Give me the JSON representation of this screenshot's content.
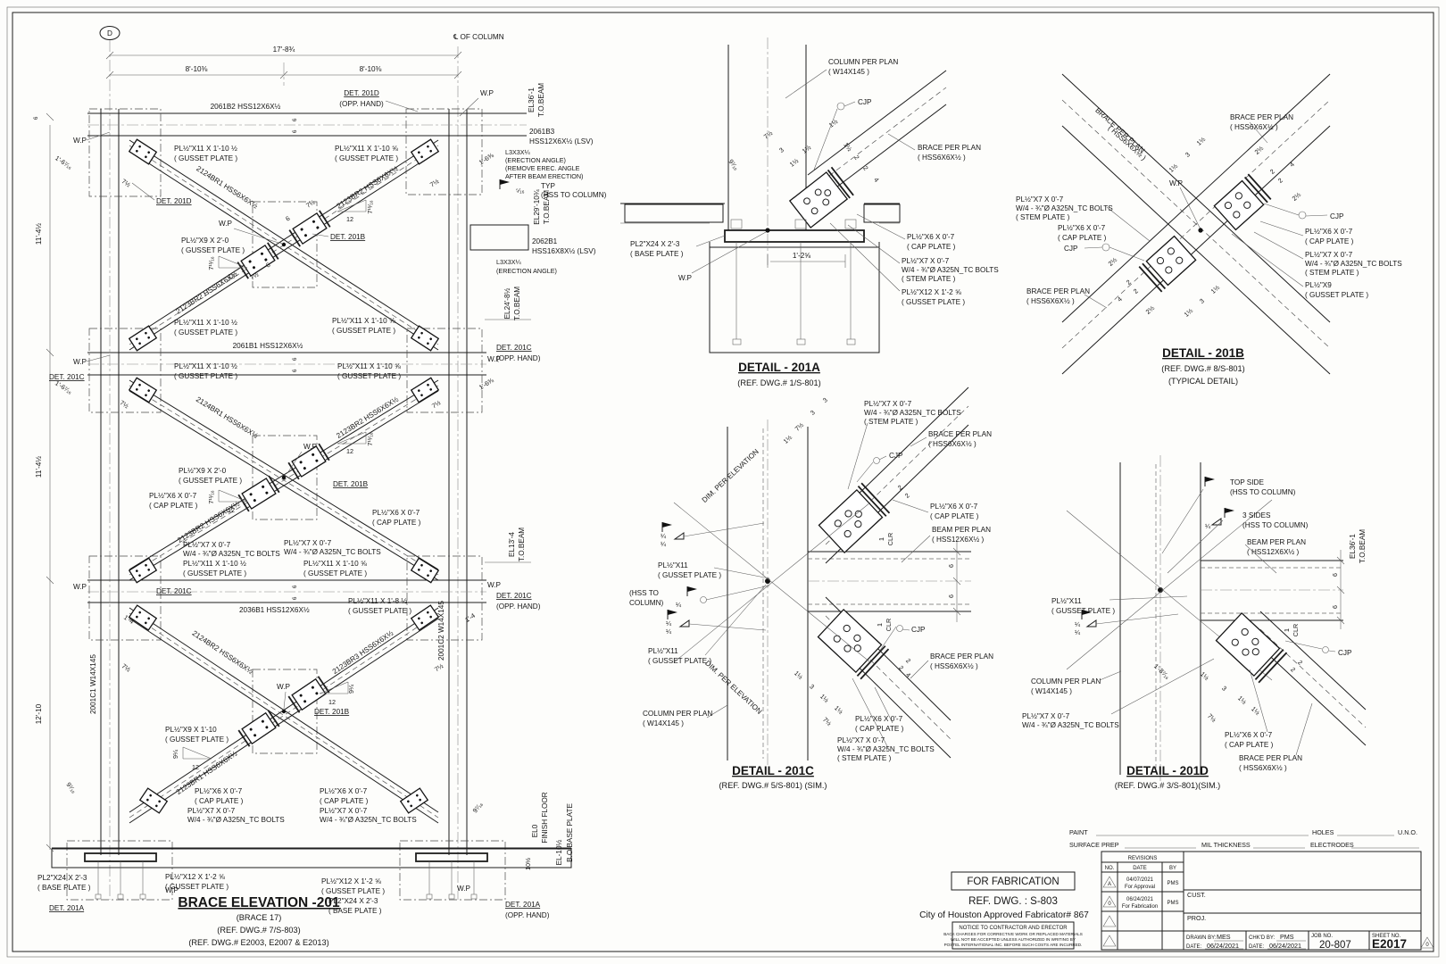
{
  "labels": {
    "wp": "W.P",
    "cjp": "CJP",
    "det_201a": "DET. 201A",
    "det_201b": "DET. 201B",
    "det_201c": "DET. 201C",
    "det_201d": "DET. 201D",
    "opp_hand": "(OPP. HAND)",
    "gusset_plate": "( GUSSET PLATE )",
    "cap_size": "PL½\"X6 X 0'-7",
    "cap_plate": "( CAP PLATE )",
    "stem_size": "PL½\"X7 X 0'-7",
    "stem_bolts": "W/4 - ¾\"Ø A325N_TC BOLTS",
    "stem_plate": "( STEM PLATE )",
    "g11_half": "PL½\"X11 X 1'-10 ½",
    "g11_58": "PL½\"X11 X 1'-10 ⅝",
    "g11_18": "PL½\"X11 X 1'-8 ½",
    "g9_20": "PL½\"X9 X 2'-0",
    "g9_110": "PL½\"X9 X 1'-10",
    "g9": "PL½\"X9",
    "g12_128": "PL½\"X12 X 1'-2 ⅝",
    "g11": "PL½\"X11",
    "base_size": "PL2\"X24 X 2'-3",
    "base_plate": "( BASE PLATE )",
    "brace_per_plan": "BRACE PER PLAN",
    "hss66": "( HSS6X6X½ )",
    "beam_per_plan": "BEAM PER PLAN",
    "hss126": "( HSS12X6X½ )",
    "column_per_plan": "COLUMN PER PLAN",
    "w14": "( W14X145 )",
    "hss_to_column": "(HSS TO COLUMN)",
    "hss_to": "(HSS TO",
    "column_p": "COLUMN)",
    "typ": "TYP",
    "dim_per_elev": "DIM. PER ELEVATION",
    "clr": "CLR",
    "tobeam": "T.O.BEAM",
    "q14": "¼",
    "q516": "⁵⁄₁₆"
  },
  "dims": {
    "d1": "1",
    "d1h": "1½",
    "d2": "2",
    "d2h": "2½",
    "d3": "3",
    "d4": "4",
    "d6": "6",
    "d7h": "7½",
    "d9716": "9⁷⁄₁₆",
    "d10h": "10½",
    "d12": "12",
    "s711": "7¹¹⁄₁₆",
    "s914": "9¼",
    "d128": "1'-2⅝",
    "d14": "1'-4",
    "d1638": "1'-6⅜",
    "d16716": "1'-6⁷⁄₁₆",
    "d18716": "1'-8⁷⁄₁₆"
  },
  "elevation": {
    "grid_bubble": "D",
    "cl_of_column": "℄ OF COLUMN",
    "dim_total": "17'-8¾",
    "dim_left": "8'-10⅜",
    "dim_right": "8'-10⅜",
    "bay1_height": "11'-4½",
    "bay2_height": "11'-4½",
    "bay3_height": "12'-10",
    "beam_top": "2061B2 HSS12X6X½",
    "beam_mid": "2061B1 HSS12X6X½",
    "beam_low": "2036B1 HSS12X6X½",
    "beam_right1": "2061B3",
    "beam_right1b": "HSS12X6X½ (LSV)",
    "stub1": "2062B1",
    "stub1b": "HSS16X8X½ (LSV)",
    "angle_size": "L3X3X¼",
    "angle_note": "(ERECTION ANGLE)",
    "angle_note2": "(REMOVE EREC. ANGLE",
    "angle_note3": "AFTER BEAM ERECTION)",
    "el36": "EL36'-1",
    "el29": "EL29'-10¾",
    "el24": "EL24'-8½",
    "el13": "EL13'-4",
    "el0": "EL0",
    "finish_floor": "FINISH FLOOR",
    "el_m10": "EL-10½",
    "bo_base": "B.O.BASE PLATE",
    "brace_2124br1": "2124BR1 HSS6X6X½",
    "brace_2123br2": "2123BR2 HSS6X6X½",
    "brace_2124br2": "2124BR2 HSS6X6X½",
    "brace_2123br3": "2123BR3 HSS6X6X½",
    "brace_2123br1": "2123BR1 HSS6X6X½",
    "col_left": "2001C1 W14X145",
    "col_right": "2001C2 W14X145",
    "title": "BRACE ELEVATION -201",
    "subtitle1": "(BRACE 17)",
    "subtitle2": "(REF. DWG.# 7/S-803)",
    "subtitle3": "(REF. DWG.# E2003, E2007 & E2013)"
  },
  "detail_a": {
    "title": "DETAIL - 201A",
    "ref": "(REF. DWG.# 1/S-801)"
  },
  "detail_b": {
    "title": "DETAIL - 201B",
    "ref": "(REF. DWG.# 8/S-801)",
    "note": "(TYPICAL DETAIL)"
  },
  "detail_c": {
    "title": "DETAIL - 201C",
    "ref": "(REF. DWG.# 5/S-801) (SIM.)"
  },
  "detail_d": {
    "title": "DETAIL - 201D",
    "ref": "(REF. DWG.# 3/S-801)(SIM.)",
    "top_side": "TOP SIDE",
    "three_sides": "3 SIDES",
    "hss_to_column": "(HSS TO  COLUMN)"
  },
  "titleblock": {
    "paint": "PAINT",
    "holes": "HOLES",
    "uno": "U.N.O.",
    "surface_prep": "SURFACE PREP",
    "mil_thickness": "MIL THICKNESS",
    "electrodes": "ELECTRODES",
    "revisions": "REVISIONS",
    "no": "NO.",
    "date": "DATE",
    "by": "BY",
    "rows": [
      {
        "mark": "A",
        "date": "04/07/2021",
        "desc": "For Approval",
        "by": "PMS"
      },
      {
        "mark": "0",
        "date": "06/24/2021",
        "desc": "For Fabrication",
        "by": "PMS"
      }
    ],
    "cust": "CUST.",
    "proj": "PROJ.",
    "drawn_by_label": "DRAWN BY:",
    "drawn_by": "MES",
    "chkd_by_label": "CHK'D BY:",
    "chkd_by": "PMS",
    "date_label": "DATE:",
    "drawn_date": "06/24/2021",
    "chkd_date": "06/24/2021",
    "job_label": "JOB NO.",
    "job_no": "20-807",
    "sheet_label": "SHEET NO.",
    "sheet_no": "E2017",
    "rev_mark": "0"
  },
  "stamp": {
    "for_fabrication": "FOR FABRICATION",
    "ref_dwg": "REF. DWG. : S-803",
    "fabricator": "City of Houston Approved Fabricator# 867",
    "notice_title": "NOTICE TO CONTRACTOR AND ERECTOR",
    "notice_line1": "BACK CHARGES FOR CORRECTIVE WORK OR REPLACED MATERIALS",
    "notice_line2": "WILL NOT BE ACCEPTED UNLESS AUTHORIZED IN WRITING BY",
    "notice_line3": "POSTEL INTERNATIONAL INC. BEFORE SUCH COSTS ARE INCURRED."
  }
}
